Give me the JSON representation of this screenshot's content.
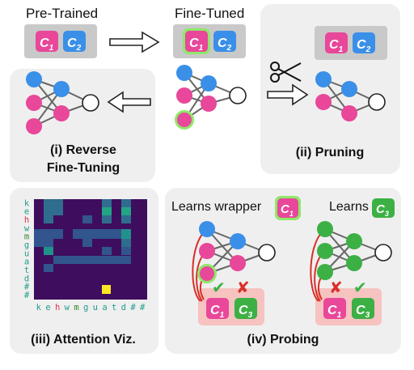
{
  "labels": {
    "pretrained": "Pre-Trained",
    "finetuned": "Fine-Tuned",
    "reverse_line1": "(i) Reverse",
    "reverse_line2": "Fine-Tuning",
    "pruning": "(ii) Pruning",
    "attention": "(iii) Attention Viz.",
    "probing": "(iv) Probing",
    "learns_wrapper": "Learns wrapper",
    "learns": "Learns"
  },
  "chips": {
    "c1": {
      "letter": "C",
      "sub": "1"
    },
    "c2": {
      "letter": "C",
      "sub": "2"
    },
    "c3": {
      "letter": "C",
      "sub": "3"
    }
  },
  "marks": {
    "check": "✔",
    "cross": "✘"
  },
  "attention": {
    "tokens": [
      "k",
      "e",
      "h",
      "w",
      "m",
      "g",
      "u",
      "a",
      "t",
      "d",
      "#",
      "#"
    ],
    "token_colors": [
      "#1f9e8e",
      "#1f9e8e",
      "#e0344a",
      "#1f9e8e",
      "#2e8b2e",
      "#1f9e8e",
      "#1f9e8e",
      "#1f9e8e",
      "#1f9e8e",
      "#1f9e8e",
      "#1f9e8e",
      "#1f9e8e"
    ]
  },
  "colors": {
    "pink": "#e8479a",
    "blue": "#3a8fe8",
    "green": "#3cb044",
    "highlight": "#8fe86a",
    "panel": "#efefef",
    "box": "#c9c9c9",
    "probe": "#f6c3c0",
    "red": "#d8302a"
  }
}
